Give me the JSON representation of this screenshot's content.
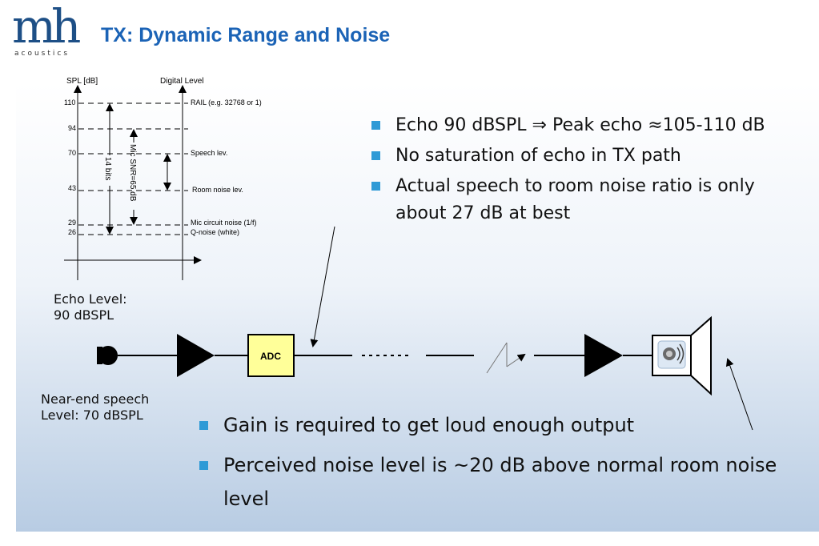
{
  "header": {
    "logo_text": "mh",
    "logo_subtext": "acoustics",
    "title": "TX: Dynamic Range and Noise"
  },
  "level_diagram": {
    "axis_left_label": "SPL [dB]",
    "axis_right_label": "Digital Level",
    "levels": [
      {
        "value": "110",
        "label": "RAIL (e.g. 32768 or 1)"
      },
      {
        "value": "94",
        "label": ""
      },
      {
        "value": "70",
        "label": "Speech lev."
      },
      {
        "value": "43",
        "label": "Room noise lev."
      },
      {
        "value": "29",
        "label": "Mic circuit noise (1/f)"
      },
      {
        "value": "26",
        "label": "Q-noise (white)"
      }
    ],
    "bits_label": "14 bits",
    "snr_label": "Mic SNR=65 dB"
  },
  "chain": {
    "adc_label": "ADC",
    "echo_level_label": [
      "Echo Level:",
      "90 dBSPL"
    ],
    "near_end_label": [
      "Near-end speech",
      "Level: 70 dBSPL"
    ]
  },
  "bullets_top": [
    "Echo 90 dBSPL ⇒ Peak echo ≈105-110 dB",
    "No saturation of echo in TX path",
    "Actual speech to room noise ratio is only about 27 dB at best"
  ],
  "bullets_bottom": [
    "Gain is required to get loud enough output",
    "Perceived noise level is ~20 dB above normal room noise level"
  ],
  "colors": {
    "title": "#1b63b6",
    "bullet": "#2e9ad6",
    "adc_fill": "#ffff99",
    "background_bottom": "#b8cce3"
  }
}
